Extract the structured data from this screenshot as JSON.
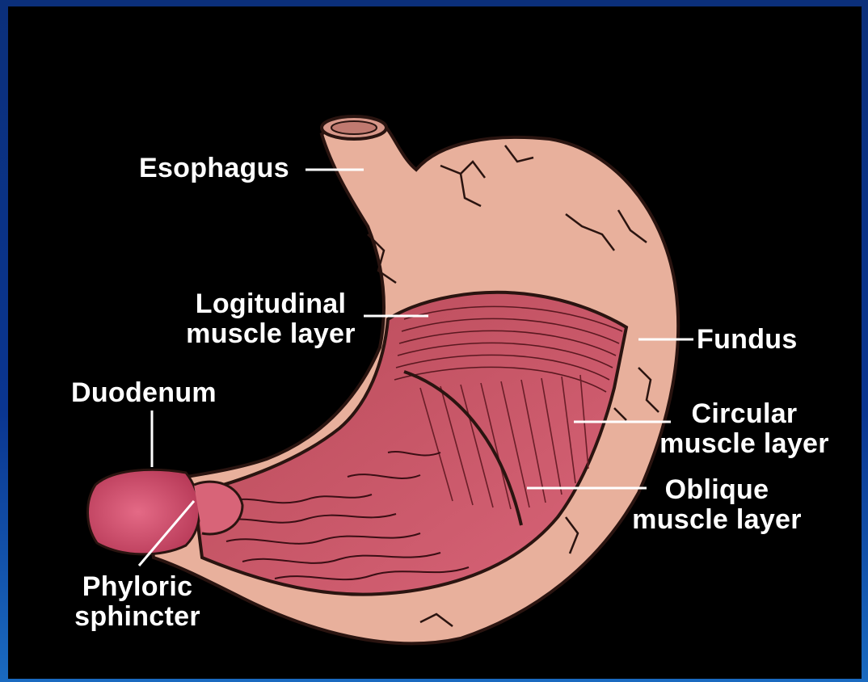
{
  "colors": {
    "background": "#000000",
    "border": "#0b2f7a",
    "stomach_outer": "#e8b09c",
    "muscle": "#c0505f",
    "label": "#ffffff"
  },
  "labels": {
    "esophagus": "Esophagus",
    "longitudinal_line1": "Logitudinal",
    "longitudinal_line2": "muscle layer",
    "fundus": "Fundus",
    "duodenum": "Duodenum",
    "circular_line1": "Circular",
    "circular_line2": "muscle layer",
    "oblique_line1": "Oblique",
    "oblique_line2": "muscle layer",
    "pyloric_line1": "Phyloric",
    "pyloric_line2": "sphincter"
  }
}
